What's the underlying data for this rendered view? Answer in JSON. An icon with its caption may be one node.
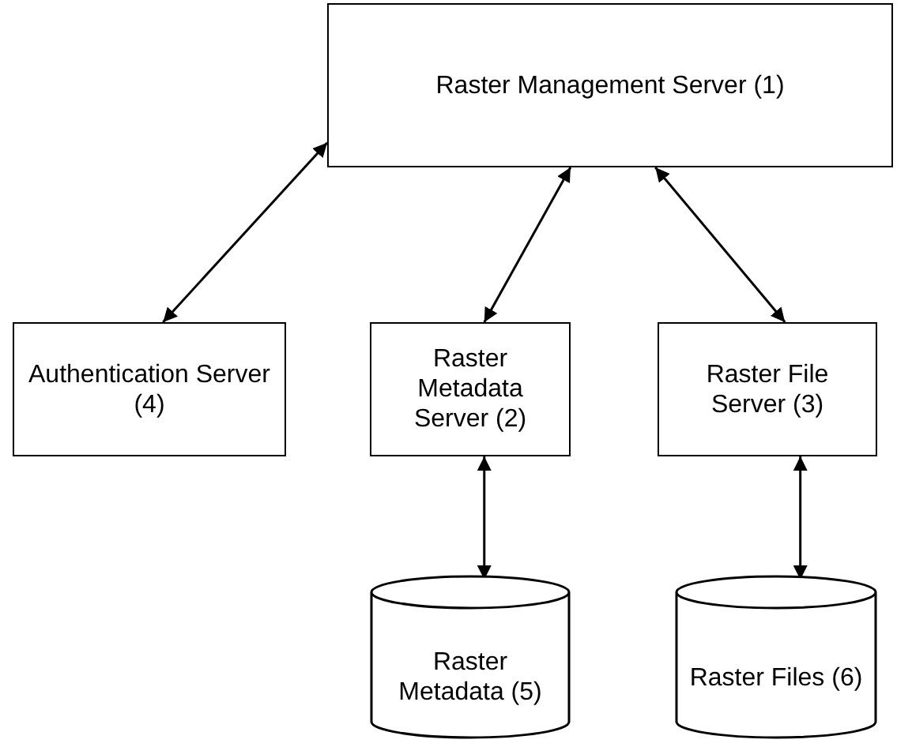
{
  "diagram": {
    "nodes": [
      {
        "text": [
          "Raster Management Server (1)"
        ]
      },
      {
        "text": [
          "Authentication Server (4)"
        ]
      },
      {
        "text": [
          "Raster Metadata Server (2)"
        ]
      },
      {
        "text": [
          "Raster File Server (3)"
        ]
      },
      {
        "text": [
          "Raster Metadata (5)"
        ]
      },
      {
        "text": [
          "Raster Files (6)"
        ]
      }
    ],
    "edges": [
      {
        "from": 0,
        "to": 1,
        "arrow": "both"
      },
      {
        "from": 0,
        "to": 2,
        "arrow": "both"
      },
      {
        "from": 0,
        "to": 3,
        "arrow": "both"
      },
      {
        "from": 2,
        "to": 4,
        "arrow": "both"
      },
      {
        "from": 3,
        "to": 5,
        "arrow": "both"
      }
    ]
  }
}
